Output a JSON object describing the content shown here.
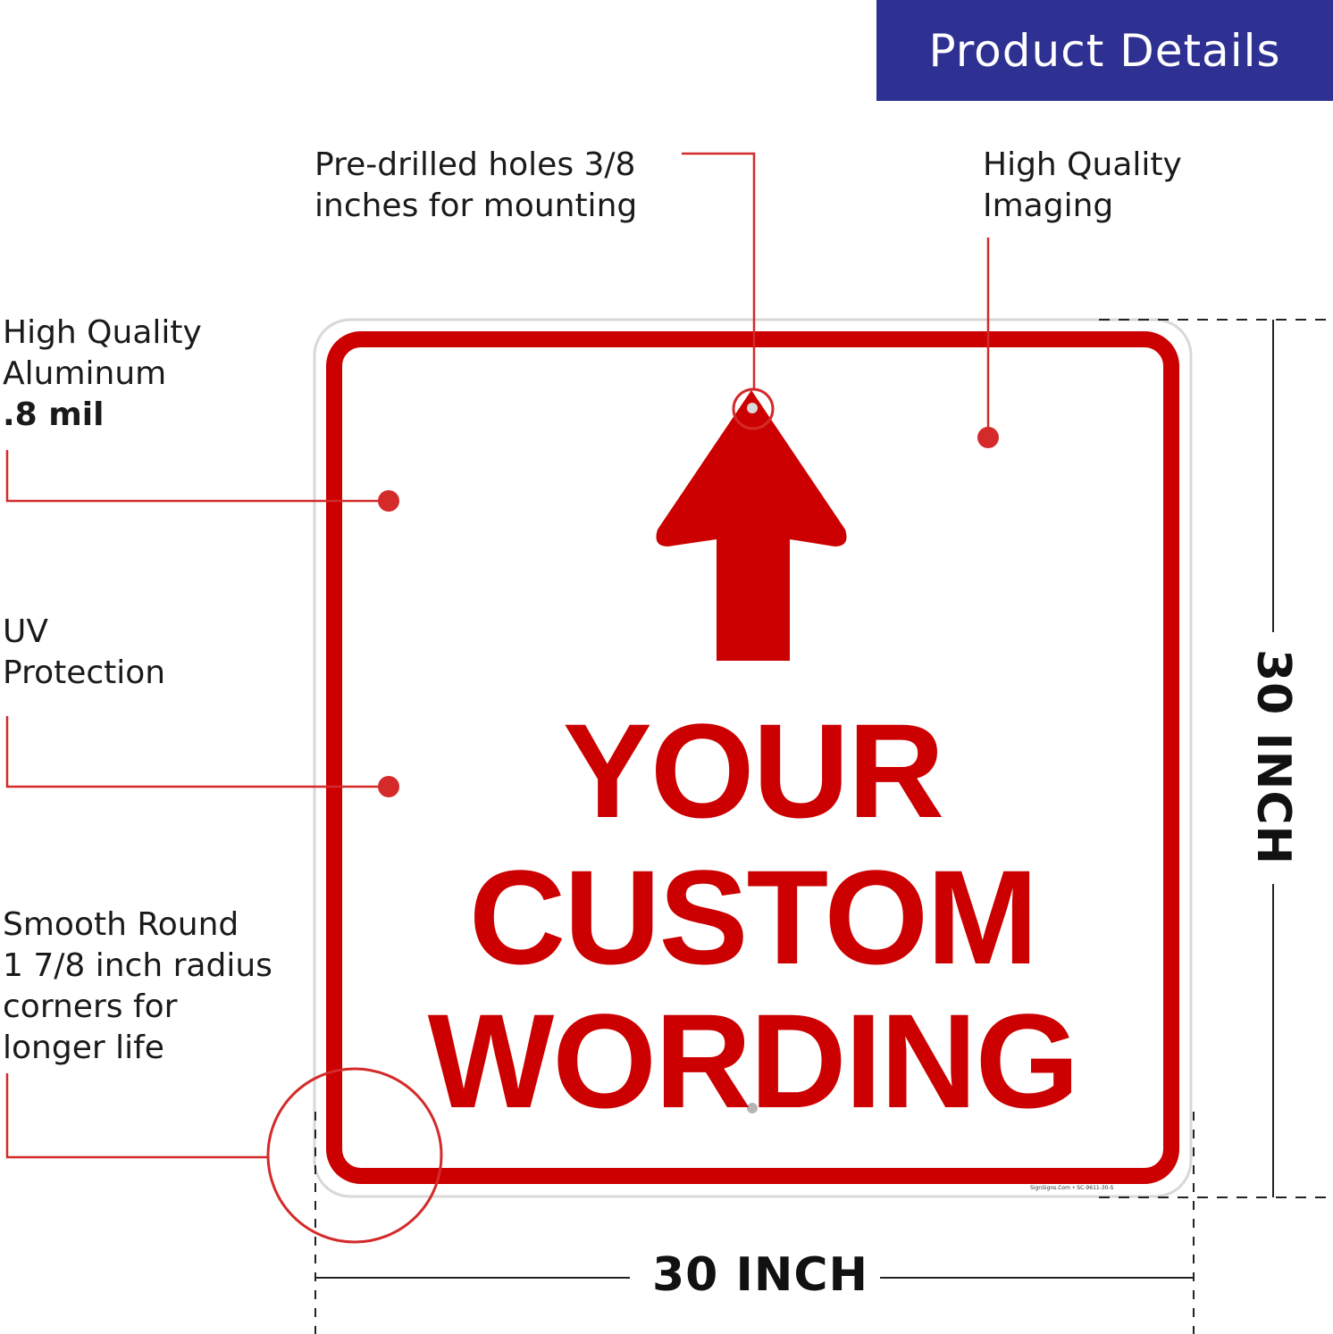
{
  "banner": {
    "title": "Product Details"
  },
  "callouts": {
    "holes": {
      "line1": "Pre-drilled holes 3/8",
      "line2": "inches for mounting"
    },
    "imaging": {
      "line1": "High Quality",
      "line2": "Imaging"
    },
    "aluminum": {
      "line1": "High Quality",
      "line2": "Aluminum",
      "line3": ".8 mil"
    },
    "uv": {
      "line1": "UV",
      "line2": "Protection"
    },
    "corners": {
      "line1": "Smooth Round",
      "line2": "1 7/8 inch radius",
      "line3": "corners for",
      "line4": "longer life"
    }
  },
  "sign": {
    "line1": "YOUR",
    "line2": "CUSTOM",
    "line3": "WORDING",
    "credit": "SignSigns.Com • SC-9611-30-S",
    "color": "#cc0000"
  },
  "dimensions": {
    "width": "30 INCH",
    "height": "30 INCH"
  },
  "colors": {
    "banner": "#2e3191",
    "accent": "#d42a2a"
  }
}
